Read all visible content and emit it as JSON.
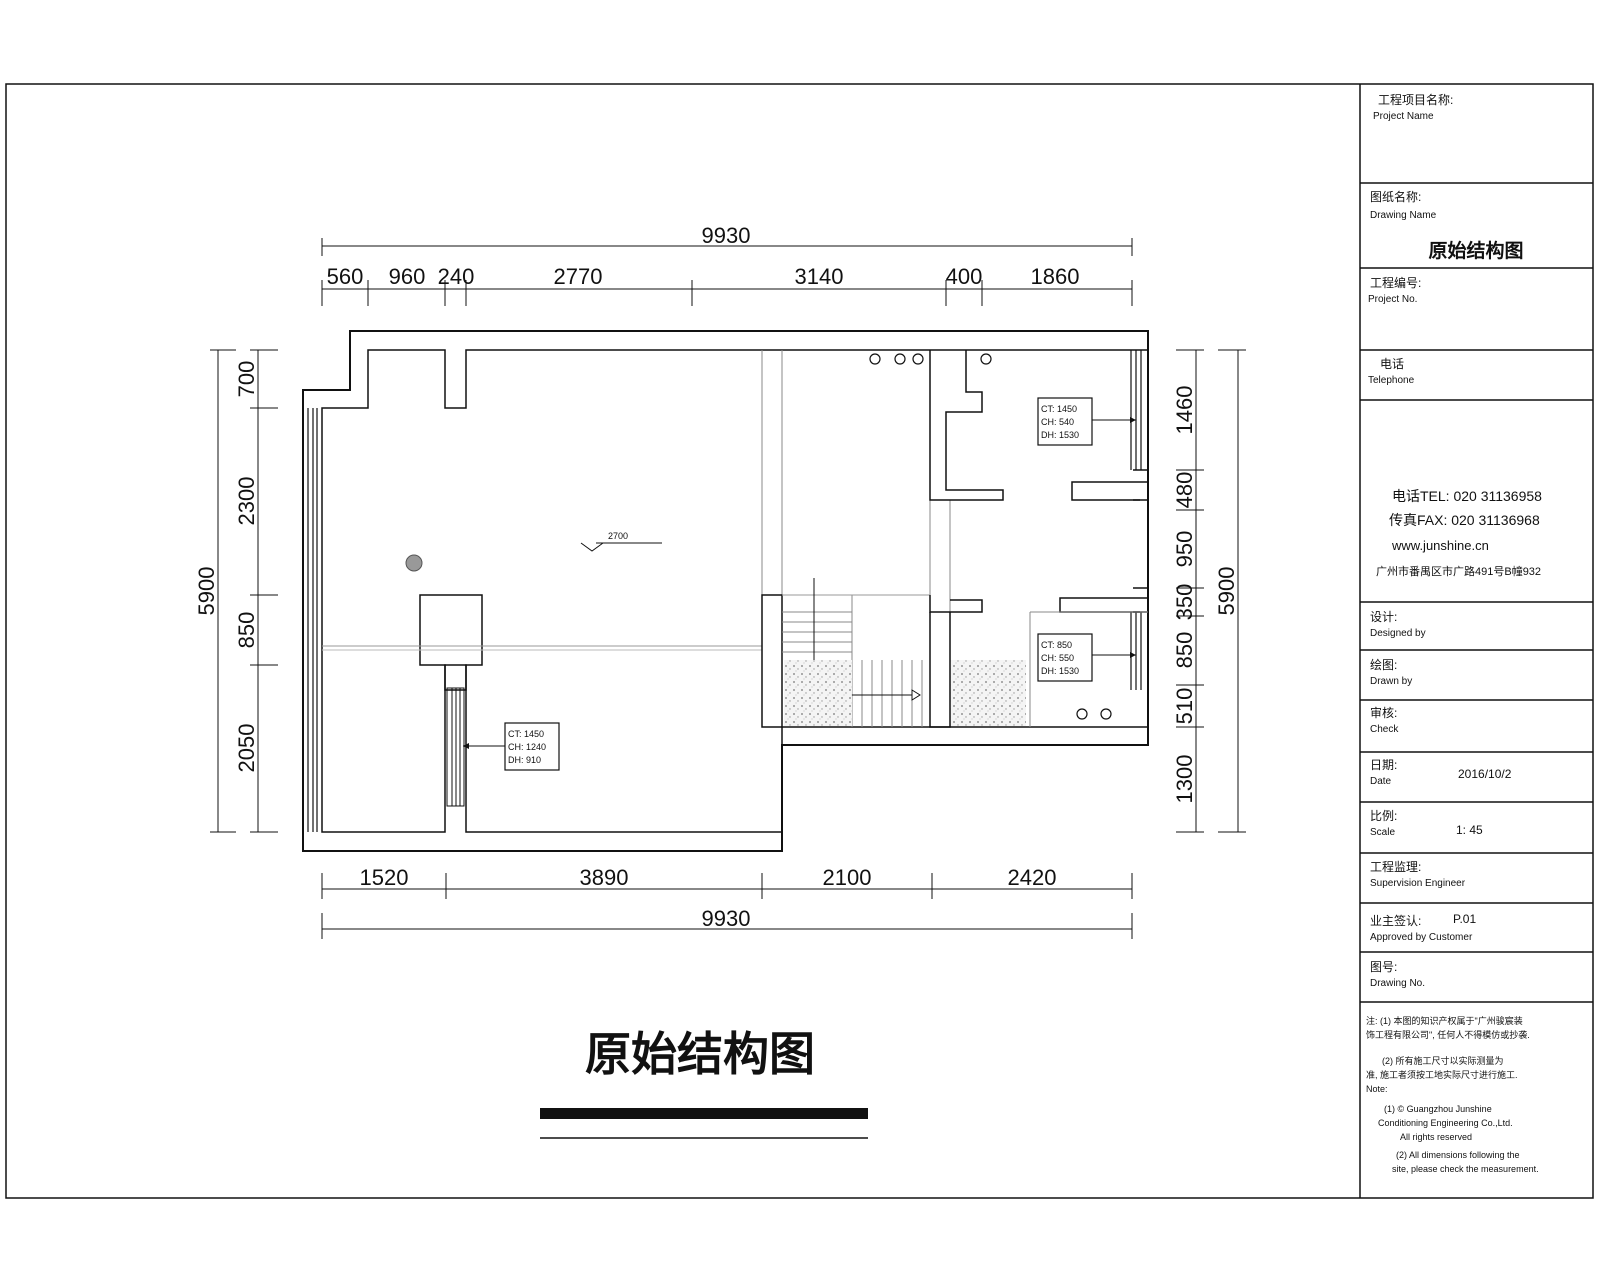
{
  "drawing": {
    "title": "原始结构图",
    "ceiling_height": "2700",
    "dims_top": {
      "total": "9930",
      "segments": [
        "560",
        "960",
        "240",
        "2770",
        "3140",
        "400",
        "1860"
      ]
    },
    "dims_bottom": {
      "total": "9930",
      "segments": [
        "1520",
        "3890",
        "2100",
        "2420"
      ]
    },
    "dims_left": {
      "total": "5900",
      "segments": [
        "700",
        "2300",
        "850",
        "2050"
      ]
    },
    "dims_right": {
      "total": "5900",
      "segments": [
        "1460",
        "480",
        "950",
        "350",
        "850",
        "510",
        "1300"
      ]
    },
    "window_tags": [
      {
        "lines": [
          "CT: 1450",
          "CH: 540",
          "DH: 1530"
        ]
      },
      {
        "lines": [
          "CT: 850",
          "CH: 550",
          "DH: 1530"
        ]
      },
      {
        "lines": [
          "CT: 1450",
          "CH: 1240",
          "DH: 910"
        ]
      }
    ]
  },
  "title_block": {
    "project_name": {
      "cn": "工程项目名称:",
      "en": "Project  Name"
    },
    "drawing_name": {
      "cn": "图纸名称:",
      "en": "Drawing Name",
      "value": "原始结构图"
    },
    "project_no": {
      "cn": "工程编号:",
      "en": "Project No."
    },
    "telephone": {
      "cn": "电话",
      "en": "Telephone"
    },
    "company": {
      "tel": "电话TEL:  020  31136958",
      "fax": "传真FAX:  020  31136968",
      "web": "www.junshine.cn",
      "address": "广州市番禺区市广路491号B幢932"
    },
    "designed_by": {
      "cn": "设计:",
      "en": "Designed by"
    },
    "drawn_by": {
      "cn": "绘图:",
      "en": "Drawn by"
    },
    "check": {
      "cn": "审核:",
      "en": "Check"
    },
    "date": {
      "cn": "日期:",
      "en": "Date",
      "value": "2016/10/2"
    },
    "scale": {
      "cn": "比例:",
      "en": "Scale",
      "value": "1: 45"
    },
    "supervision": {
      "cn": "工程监理:",
      "en": "Supervision Engineer"
    },
    "approved": {
      "cn": "业主签认:",
      "en": "Approved by Customer",
      "value": "P.01"
    },
    "drawing_no": {
      "cn": "图号:",
      "en": "Drawing No."
    },
    "notes": [
      "注: (1) 本图的知识产权属于\"广州骏宸装",
      "饰工程有限公司\", 任何人不得模仿或抄袭.",
      "(2) 所有施工尺寸以实际测量为",
      "准, 施工者须按工地实际尺寸进行施工.",
      "Note:",
      "(1)         © Guangzhou Junshine",
      "Conditioning Engineering Co.,Ltd.",
      "All rights reserved",
      "(2) All dimensions following the",
      "site, please check the measurement."
    ]
  }
}
